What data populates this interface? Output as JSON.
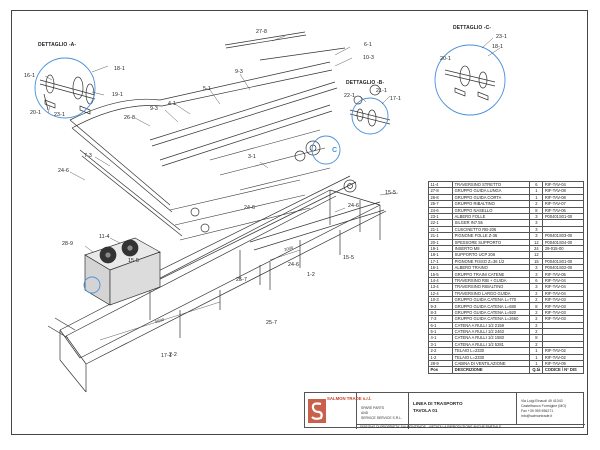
{
  "details": {
    "a": "DETTAGLIO -A-",
    "b": "DETTAGLIO -B-",
    "c": "DETTAGLIO -C-",
    "c_marker": "C"
  },
  "callouts": [
    "27-8",
    "6-1",
    "10-3",
    "9-3",
    "5-1",
    "4-1",
    "9-3",
    "26-8",
    "7-3",
    "24-6",
    "3-1",
    "28-9",
    "11-4",
    "24-6",
    "15-5",
    "24-6",
    "25-7",
    "15-5",
    "1-2",
    "24-6",
    "25-7",
    "15-5",
    "2-2",
    "17-1",
    "18-1",
    "16-1",
    "19-1",
    "20-1",
    "23-1",
    "22-1",
    "21-1",
    "17-1",
    "23-1",
    "18-1",
    "20-1"
  ],
  "dimensions": [
    "5600",
    "2000"
  ],
  "bom": {
    "rows": [
      [
        "11-4",
        "TRAVERSINO STRETTO",
        "6",
        "RIF-TAV-04"
      ],
      [
        "27-8",
        "GRUPPO GUIDA LUNGA",
        "1",
        "RIF-TAV-08"
      ],
      [
        "26-8",
        "GRUPPO GUIDA CORTA",
        "1",
        "RIF-TAV-08"
      ],
      [
        "25-7",
        "GRUPPO RIBALTINO",
        "2",
        "RIF-TAV-07"
      ],
      [
        "24-6",
        "GRUPPO NASELLO",
        "8",
        "RIF-TAV-06"
      ],
      [
        "23-1",
        "ALBERO FOLLE",
        "3",
        "P00401S01-00"
      ],
      [
        "22-1",
        "SILGER IN7.55",
        "3",
        ""
      ],
      [
        "21-1",
        "CUSCINETTO RB-206",
        "3",
        ""
      ],
      [
        "21-1",
        "PIGNONE FOLLE Z-36",
        "3",
        "P00401S03-00"
      ],
      [
        "20-1",
        "SPESSORE SUPPORTO",
        "12",
        "P00401S04-00"
      ],
      [
        "19-1",
        "INSERTO M8",
        "24",
        "29-015-00"
      ],
      [
        "18-1",
        "SUPPORTO UCP 206",
        "12",
        ""
      ],
      [
        "17-1",
        "PIGNONE FISSO Z=36 1/2",
        "15",
        "P00401S01-00"
      ],
      [
        "16-1",
        "ALBERO TRAINO",
        "3",
        "P00401S02-00"
      ],
      [
        "15-5",
        "GRUPPO TRAINI CATENE",
        "3",
        "RIF-TAV-05"
      ],
      [
        "14-4",
        "TRAVERSINO RIB + GUIDA",
        "6",
        "RIF-TAV-04"
      ],
      [
        "13-4",
        "TRAVERSINO RIBALTINO",
        "3",
        "RIF-TAV-04"
      ],
      [
        "12-4",
        "TRAVERSINO LARGO GUIDA",
        "2",
        "RIF-TAV-04"
      ],
      [
        "10-3",
        "GRUPPO GUIDA CATENA L=770",
        "2",
        "RIF-TAV-03"
      ],
      [
        "9-3",
        "GRUPPO GUIDA CATENA L=680",
        "8",
        "RIF-TAV-03"
      ],
      [
        "8-3",
        "GRUPPO GUIDA CATENA L=920",
        "2",
        "RIF-TAV-03"
      ],
      [
        "7-3",
        "GRUPPO GUIDA CATENA L=2660",
        "2",
        "RIF-TAV-03"
      ],
      [
        "6-1",
        "CATENA A RULLI 1/2 2159",
        "2",
        ""
      ],
      [
        "5-1",
        "CATENA A RULLI 1/2 2463",
        "2",
        ""
      ],
      [
        "4-1",
        "CATENA A RULLI 1/2 1583",
        "8",
        ""
      ],
      [
        "3-1",
        "CATENA A RULLI 1/2 5281",
        "2",
        ""
      ],
      [
        "2-2",
        "TELAIO L=2330",
        "1",
        "RIF-TAV-02"
      ],
      [
        "1-2",
        "TELAIO L=2330",
        "1",
        "RIF-TAV-02"
      ],
      [
        "28-9",
        "CABINA DI VENTILAZIONE",
        "1",
        "RIF-TAV-09"
      ]
    ],
    "header": [
      "Pos",
      "DESCRIZIONE",
      "Q.tà",
      "CODICE / N° DIS"
    ]
  },
  "titleblock": {
    "company": "SALMON TRADE s.r.l.",
    "mid": [
      "SPARE PARTS",
      "AND",
      "SERVICE SERVICE S.R.L."
    ],
    "title_line1": "LINEA DI TRASPORTO",
    "title_line2": "TAVOLA 01",
    "address": [
      "Via Luigi Einaudi 49 41043",
      "Castelfranco Formigine (MO)",
      "Fax +39 059 556271",
      "info@salmontrade.it"
    ],
    "note": "DISEGNO DI PROPRIETA' SALMONTRADE - VIETATA LA RIPRODUZIONE ANCHE PARZIALE"
  },
  "colors": {
    "line": "#333333",
    "detail_circle": "#4a90d9",
    "logo": "#c0442b"
  }
}
